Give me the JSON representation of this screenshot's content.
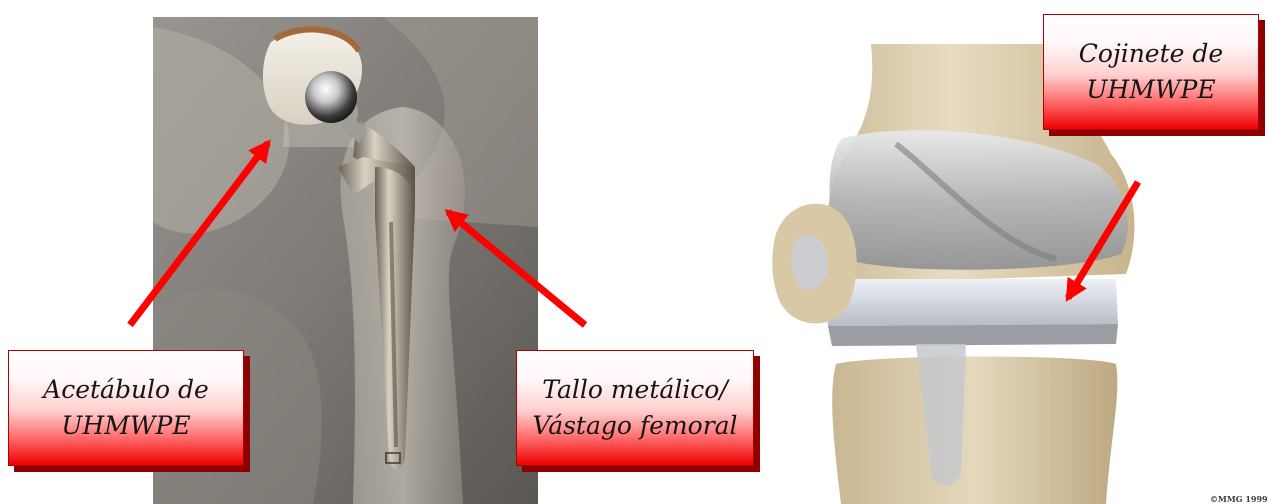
{
  "callouts": {
    "acetabulo": "Acetábulo de\nUHMWPE",
    "tallo": "Tallo metálico/\nVástago femoral",
    "cojinete": "Cojinete de\nUHMWPE"
  },
  "copyright": "©MMG 1999",
  "colors": {
    "arrow": "#ff0000",
    "callout_fill_bottom": "#ee0000",
    "callout_shadow": "#8e0000"
  }
}
